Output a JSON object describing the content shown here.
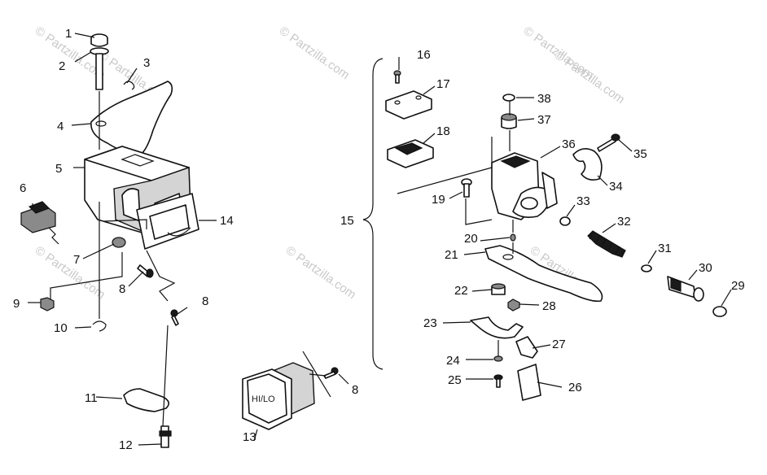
{
  "watermark": {
    "text": "© Partzilla.com",
    "color": "#c9c9c9"
  },
  "switch_label": "HI/LO",
  "callouts": [
    {
      "id": "c1",
      "text": "1"
    },
    {
      "id": "c2",
      "text": "2"
    },
    {
      "id": "c3",
      "text": "3"
    },
    {
      "id": "c4",
      "text": "4"
    },
    {
      "id": "c5",
      "text": "5"
    },
    {
      "id": "c6",
      "text": "6"
    },
    {
      "id": "c7",
      "text": "7"
    },
    {
      "id": "c8a",
      "text": "8"
    },
    {
      "id": "c8b",
      "text": "8"
    },
    {
      "id": "c8c",
      "text": "8"
    },
    {
      "id": "c9",
      "text": "9"
    },
    {
      "id": "c10",
      "text": "10"
    },
    {
      "id": "c11",
      "text": "11"
    },
    {
      "id": "c12",
      "text": "12"
    },
    {
      "id": "c13",
      "text": "13"
    },
    {
      "id": "c14",
      "text": "14"
    },
    {
      "id": "c15",
      "text": "15"
    },
    {
      "id": "c16",
      "text": "16"
    },
    {
      "id": "c17",
      "text": "17"
    },
    {
      "id": "c18",
      "text": "18"
    },
    {
      "id": "c19",
      "text": "19"
    },
    {
      "id": "c20",
      "text": "20"
    },
    {
      "id": "c21",
      "text": "21"
    },
    {
      "id": "c22",
      "text": "22"
    },
    {
      "id": "c23",
      "text": "23"
    },
    {
      "id": "c24",
      "text": "24"
    },
    {
      "id": "c25",
      "text": "25"
    },
    {
      "id": "c26",
      "text": "26"
    },
    {
      "id": "c27",
      "text": "27"
    },
    {
      "id": "c28",
      "text": "28"
    },
    {
      "id": "c29",
      "text": "29"
    },
    {
      "id": "c30",
      "text": "30"
    },
    {
      "id": "c31",
      "text": "31"
    },
    {
      "id": "c32",
      "text": "32"
    },
    {
      "id": "c33",
      "text": "33"
    },
    {
      "id": "c34",
      "text": "34"
    },
    {
      "id": "c35",
      "text": "35"
    },
    {
      "id": "c36",
      "text": "36"
    },
    {
      "id": "c37",
      "text": "37"
    },
    {
      "id": "c38",
      "text": "38"
    }
  ]
}
